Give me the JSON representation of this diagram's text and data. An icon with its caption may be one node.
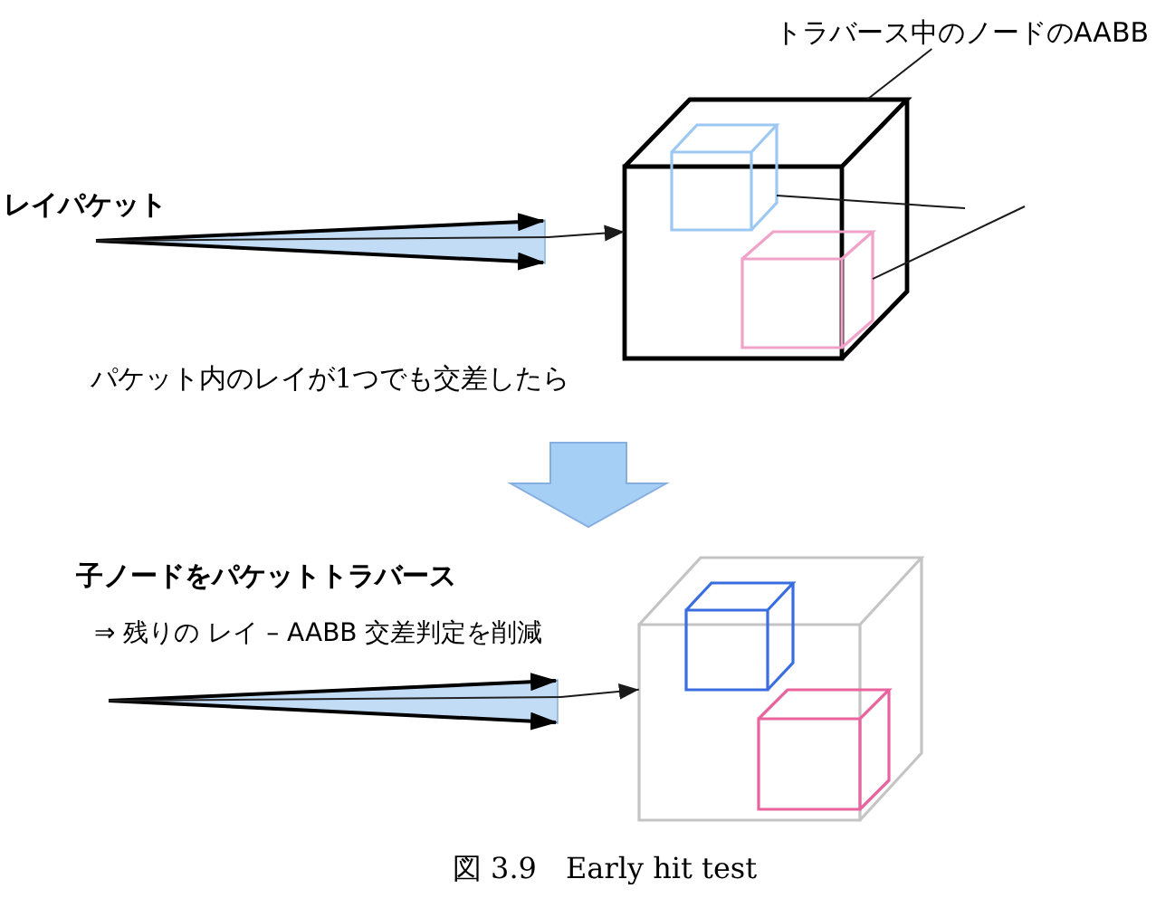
{
  "diagram": {
    "caption": "図 3.9　Early hit test",
    "nodes": [
      {
        "text": [
          "トラバース中のノードのAABB"
        ]
      },
      {
        "text": [],
        "shape": "cone",
        "beside": [
          "レイパケット"
        ]
      },
      {
        "text": [],
        "shape": "cube"
      },
      {
        "text": [],
        "shape": "cube",
        "in": 2
      },
      {
        "text": [],
        "shape": "cube",
        "in": 2
      },
      {
        "text": [],
        "shape": "cone"
      },
      {
        "text": [],
        "shape": "cube"
      },
      {
        "text": [],
        "shape": "cube",
        "in": 6
      },
      {
        "text": [],
        "shape": "cube",
        "in": 6
      }
    ],
    "edges": [
      {
        "from": 0,
        "to": 2,
        "arrow": "none"
      },
      {
        "from": 1,
        "to": 2,
        "arrow": "to"
      },
      {
        "from": null,
        "to": 3,
        "arrow": "none"
      },
      {
        "from": null,
        "to": 4,
        "arrow": "none"
      },
      {
        "from": 5,
        "to": 6,
        "arrow": "to"
      }
    ],
    "labels": [
      "パケット内のレイが1つでも交差したら",
      "子ノードをパケットトラバース",
      "⇒ 残りの レイ – AABB 交差判定を削減"
    ]
  }
}
